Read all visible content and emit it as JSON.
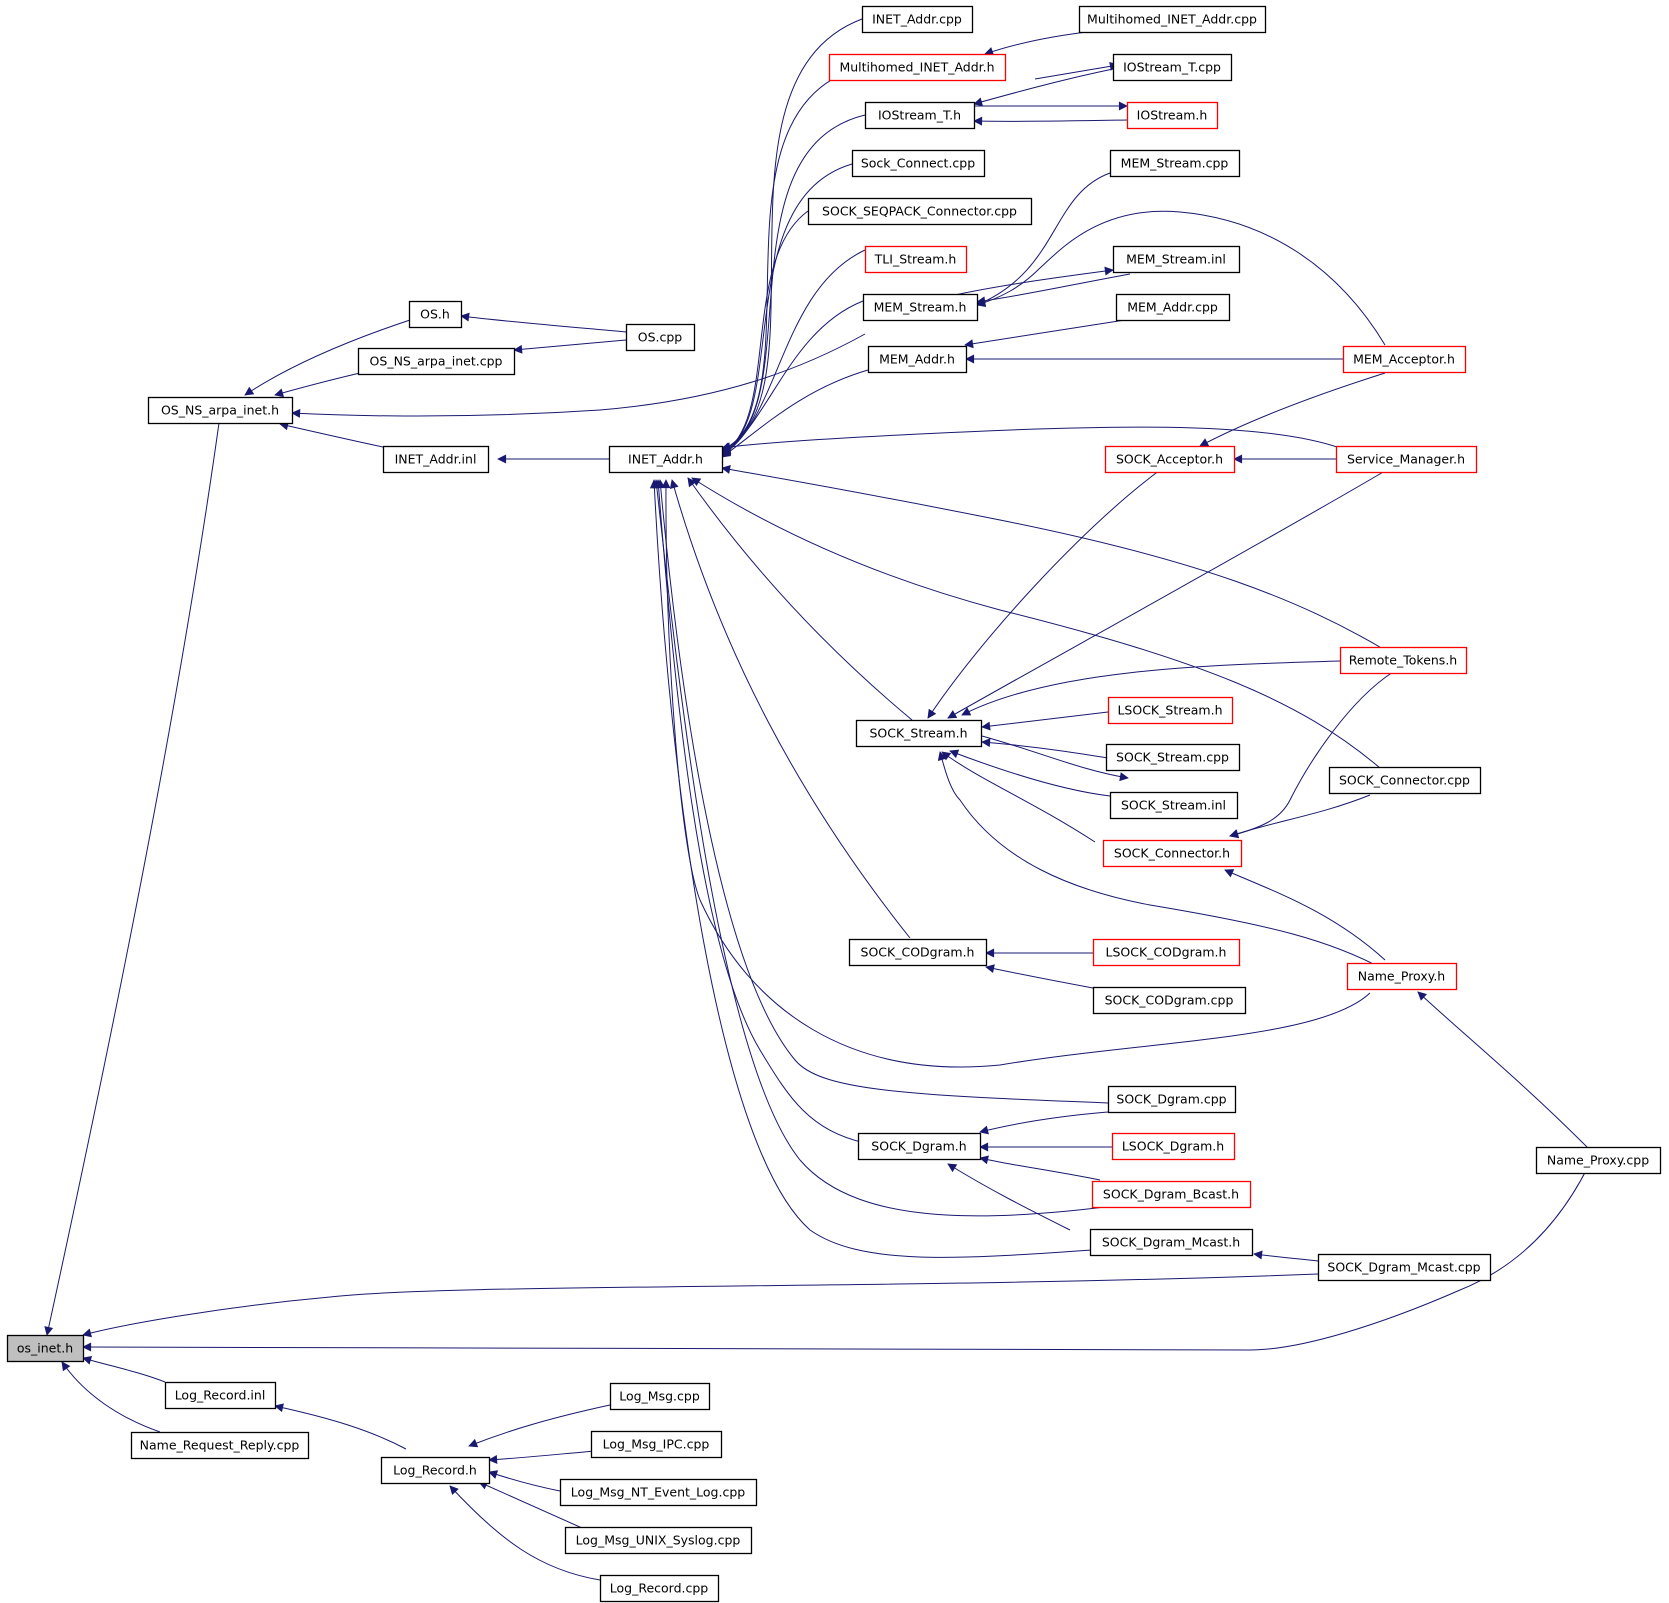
{
  "colors": {
    "edge": "#191970",
    "normal_border": "#000000",
    "incomplete_border": "#ff0000",
    "root_fill": "#bfbfbf",
    "node_fill": "#ffffff"
  },
  "nodes": [
    {
      "id": "os_inet_h",
      "label": "os_inet.h",
      "style": "root"
    },
    {
      "id": "os_ns_arpa_inet_h",
      "label": "OS_NS_arpa_inet.h",
      "style": "normal"
    },
    {
      "id": "os_h",
      "label": "OS.h",
      "style": "normal"
    },
    {
      "id": "os_ns_arpa_inet_cpp",
      "label": "OS_NS_arpa_inet.cpp",
      "style": "normal"
    },
    {
      "id": "os_cpp",
      "label": "OS.cpp",
      "style": "normal"
    },
    {
      "id": "inet_addr_inl",
      "label": "INET_Addr.inl",
      "style": "normal"
    },
    {
      "id": "inet_addr_h",
      "label": "INET_Addr.h",
      "style": "normal"
    },
    {
      "id": "inet_addr_cpp",
      "label": "INET_Addr.cpp",
      "style": "normal"
    },
    {
      "id": "multihomed_inet_addr_h",
      "label": "Multihomed_INET_Addr.h",
      "style": "incomplete"
    },
    {
      "id": "multihomed_inet_addr_cpp",
      "label": "Multihomed_INET_Addr.cpp",
      "style": "normal"
    },
    {
      "id": "iostream_t_h",
      "label": "IOStream_T.h",
      "style": "normal"
    },
    {
      "id": "iostream_t_cpp",
      "label": "IOStream_T.cpp",
      "style": "normal"
    },
    {
      "id": "iostream_h",
      "label": "IOStream.h",
      "style": "incomplete"
    },
    {
      "id": "sock_connect_cpp",
      "label": "Sock_Connect.cpp",
      "style": "normal"
    },
    {
      "id": "sock_seqpack_connector_cpp",
      "label": "SOCK_SEQPACK_Connector.cpp",
      "style": "normal"
    },
    {
      "id": "tli_stream_h",
      "label": "TLI_Stream.h",
      "style": "incomplete"
    },
    {
      "id": "mem_stream_h",
      "label": "MEM_Stream.h",
      "style": "normal"
    },
    {
      "id": "mem_stream_cpp",
      "label": "MEM_Stream.cpp",
      "style": "normal"
    },
    {
      "id": "mem_stream_inl",
      "label": "MEM_Stream.inl",
      "style": "normal"
    },
    {
      "id": "mem_addr_cpp",
      "label": "MEM_Addr.cpp",
      "style": "normal"
    },
    {
      "id": "mem_addr_h",
      "label": "MEM_Addr.h",
      "style": "normal"
    },
    {
      "id": "mem_acceptor_h",
      "label": "MEM_Acceptor.h",
      "style": "incomplete"
    },
    {
      "id": "sock_acceptor_h",
      "label": "SOCK_Acceptor.h",
      "style": "incomplete"
    },
    {
      "id": "service_manager_h",
      "label": "Service_Manager.h",
      "style": "incomplete"
    },
    {
      "id": "remote_tokens_h",
      "label": "Remote_Tokens.h",
      "style": "incomplete"
    },
    {
      "id": "sock_stream_h",
      "label": "SOCK_Stream.h",
      "style": "normal"
    },
    {
      "id": "lsock_stream_h",
      "label": "LSOCK_Stream.h",
      "style": "incomplete"
    },
    {
      "id": "sock_stream_cpp",
      "label": "SOCK_Stream.cpp",
      "style": "normal"
    },
    {
      "id": "sock_connector_cpp",
      "label": "SOCK_Connector.cpp",
      "style": "normal"
    },
    {
      "id": "sock_stream_inl",
      "label": "SOCK_Stream.inl",
      "style": "normal"
    },
    {
      "id": "sock_connector_h",
      "label": "SOCK_Connector.h",
      "style": "incomplete"
    },
    {
      "id": "sock_codgram_h",
      "label": "SOCK_CODgram.h",
      "style": "normal"
    },
    {
      "id": "lsock_codgram_h",
      "label": "LSOCK_CODgram.h",
      "style": "incomplete"
    },
    {
      "id": "name_proxy_h",
      "label": "Name_Proxy.h",
      "style": "incomplete"
    },
    {
      "id": "sock_codgram_cpp",
      "label": "SOCK_CODgram.cpp",
      "style": "normal"
    },
    {
      "id": "sock_dgram_cpp",
      "label": "SOCK_Dgram.cpp",
      "style": "normal"
    },
    {
      "id": "sock_dgram_h",
      "label": "SOCK_Dgram.h",
      "style": "normal"
    },
    {
      "id": "lsock_dgram_h",
      "label": "LSOCK_Dgram.h",
      "style": "incomplete"
    },
    {
      "id": "name_proxy_cpp",
      "label": "Name_Proxy.cpp",
      "style": "normal"
    },
    {
      "id": "sock_dgram_bcast_h",
      "label": "SOCK_Dgram_Bcast.h",
      "style": "incomplete"
    },
    {
      "id": "sock_dgram_mcast_h",
      "label": "SOCK_Dgram_Mcast.h",
      "style": "normal"
    },
    {
      "id": "sock_dgram_mcast_cpp",
      "label": "SOCK_Dgram_Mcast.cpp",
      "style": "normal"
    },
    {
      "id": "log_record_inl",
      "label": "Log_Record.inl",
      "style": "normal"
    },
    {
      "id": "name_request_reply_cpp",
      "label": "Name_Request_Reply.cpp",
      "style": "normal"
    },
    {
      "id": "log_record_h",
      "label": "Log_Record.h",
      "style": "normal"
    },
    {
      "id": "log_msg_cpp",
      "label": "Log_Msg.cpp",
      "style": "normal"
    },
    {
      "id": "log_msg_ipc_cpp",
      "label": "Log_Msg_IPC.cpp",
      "style": "normal"
    },
    {
      "id": "log_msg_nt_event_log_cpp",
      "label": "Log_Msg_NT_Event_Log.cpp",
      "style": "normal"
    },
    {
      "id": "log_msg_unix_syslog_cpp",
      "label": "Log_Msg_UNIX_Syslog.cpp",
      "style": "normal"
    },
    {
      "id": "log_record_cpp",
      "label": "Log_Record.cpp",
      "style": "normal"
    }
  ]
}
